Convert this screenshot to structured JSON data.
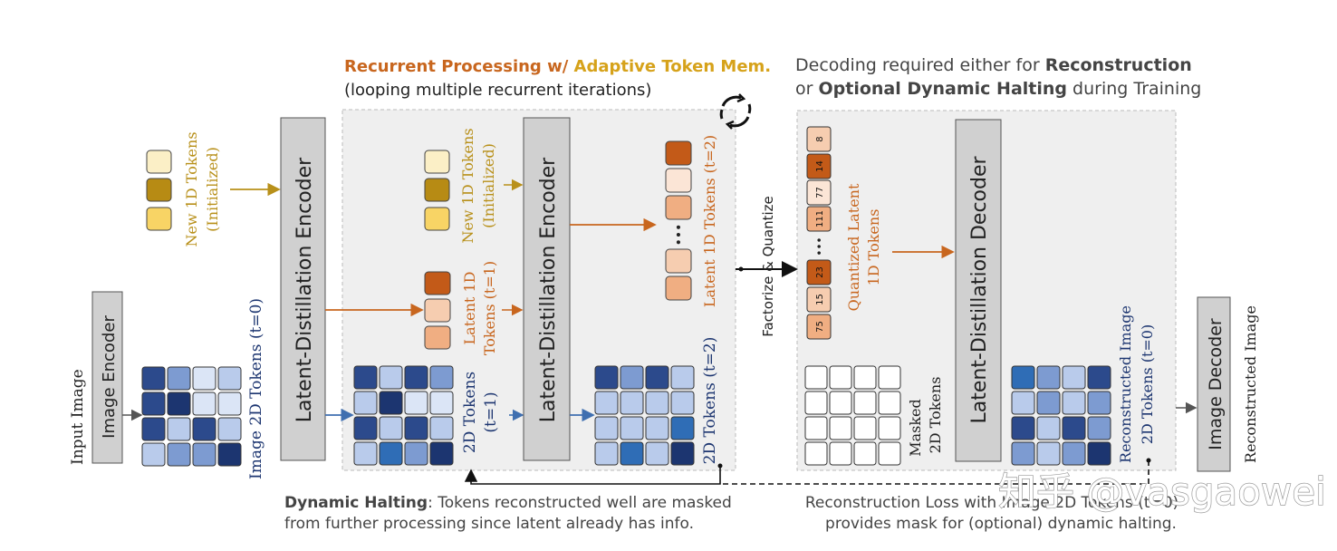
{
  "recurrent": {
    "title_a": "Recurrent Processing w/ ",
    "title_b": "Adaptive Token Mem.",
    "subtitle": "(looping multiple recurrent iterations)"
  },
  "decoding": {
    "line1_a": "Decoding required either for ",
    "line1_b": "Reconstruction",
    "line2_a": "or ",
    "line2_b": "Optional Dynamic Halting",
    "line2_c": " during Training"
  },
  "labels": {
    "input_image": "Input Image",
    "image_encoder": "Image Encoder",
    "image_2d_tokens": "Image 2D Tokens (t=0)",
    "new_1d_line1": "New 1D Tokens",
    "new_1d_line2": "(Initialized)",
    "encoder": "Latent-Distillation Encoder",
    "latent_t1_line1": "Latent 1D",
    "latent_t1_line2": "Tokens (t=1)",
    "tokens_2d_t1_line1": "2D Tokens",
    "tokens_2d_t1_line2": "(t=1)",
    "latent_t2": "Latent 1D Tokens (t=2)",
    "tokens_2d_t2": "2D Tokens (t=2)",
    "factorize": "Factorize & Quantize",
    "quantized_line1": "Quantized Latent",
    "quantized_line2": "1D Tokens",
    "masked_line1": "Masked",
    "masked_line2": "2D Tokens",
    "decoder": "Latent-Distillation Decoder",
    "recon_tokens_line1": "Reconstructed Image",
    "recon_tokens_line2": "2D Tokens (t=0)",
    "image_decoder": "Image Decoder",
    "reconstructed_image": "Reconstructed Image",
    "ellipsis": "•••"
  },
  "quantized_values": [
    "8",
    "14",
    "77",
    "111",
    "23",
    "15",
    "75"
  ],
  "dynamic_halting": {
    "bold": "Dynamic Halting",
    "rest": ": Tokens reconstructed  well are masked",
    "line2": "from further processing since latent already has info."
  },
  "recon_loss": {
    "line1": "Reconstruction Loss with Image 2D Tokens (t=0)",
    "line2": "provides mask for (optional) dynamic halting."
  },
  "watermark": "知乎 @vasgaowei",
  "colors": {
    "orange": "#c8661e",
    "gold": "#d6a21a",
    "navy": "#1c3570",
    "blue_arrow": "#3f6fb0",
    "panel": "#efefef",
    "block": "#d0d0d0"
  }
}
